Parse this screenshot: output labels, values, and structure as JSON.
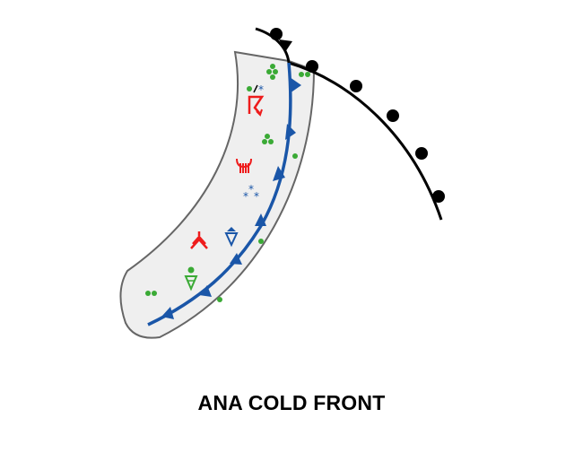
{
  "title": "ANA COLD FRONT",
  "colors": {
    "cold_front": "#1a56a8",
    "occluded_front": "#000000",
    "cloud_band_fill": "#efefef",
    "cloud_band_edge": "#666666",
    "rain": "#3aaa35",
    "thunder": "#ee1c1c",
    "snow": "#1a56a8"
  },
  "symbols": [
    "rain-dots",
    "rain-snow-mix",
    "thunderstorm",
    "freezing-rain",
    "snow",
    "hail-shower",
    "turbulence",
    "rain-shower"
  ]
}
